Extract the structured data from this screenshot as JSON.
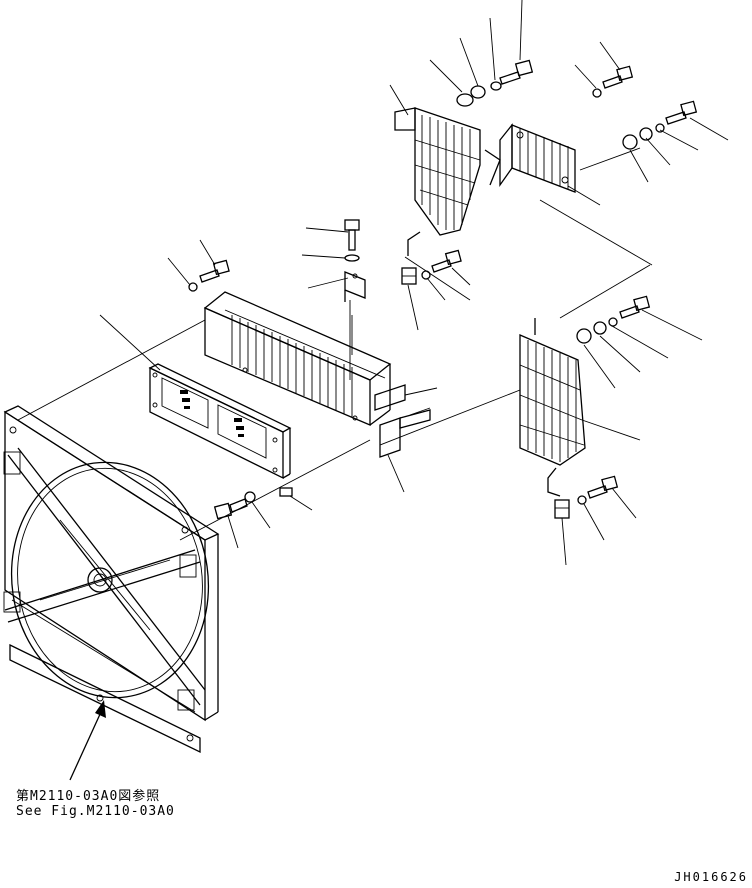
{
  "reference_note": {
    "japanese": "第M2110-03A0図参照",
    "english": "See Fig.M2110-03A0"
  },
  "drawing_id": "JH016626"
}
